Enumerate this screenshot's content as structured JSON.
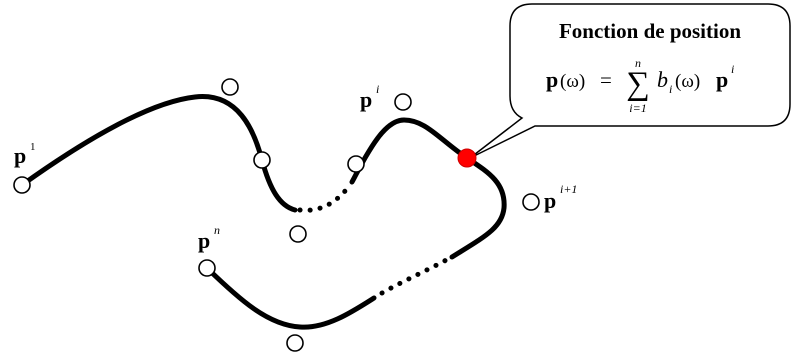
{
  "callout": {
    "title": "Fonction de position",
    "formula": {
      "lhs_p": "p",
      "lhs_arg": "(ω)",
      "equals": "=",
      "sum_symbol": "∑",
      "sum_upper": "n",
      "sum_lower": "i=1",
      "b": "b",
      "b_sub": "i",
      "b_arg": "(ω)",
      "rhs_p": "p",
      "rhs_sup": "i"
    }
  },
  "labels": {
    "p1": {
      "base": "p",
      "sup": "1"
    },
    "pi": {
      "base": "p",
      "sup": "i"
    },
    "pi1": {
      "base": "p",
      "sup": "i+1"
    },
    "pn": {
      "base": "p",
      "sup": "n"
    }
  },
  "colors": {
    "curve": "#000000",
    "control_point_fill": "#ffffff",
    "evaluated_point": "#ff0000"
  }
}
